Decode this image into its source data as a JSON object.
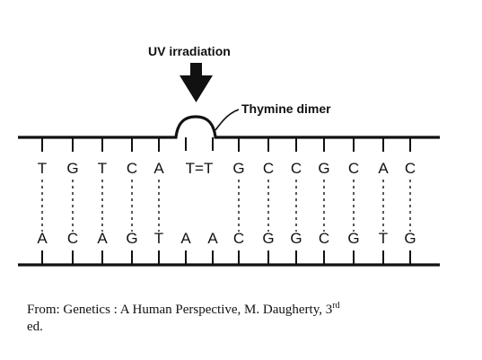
{
  "diagram": {
    "uv_label": "UV irradiation",
    "dimer_label": "Thymine dimer",
    "top_strand": [
      "T",
      "G",
      "T",
      "C",
      "A",
      "T=T",
      "G",
      "C",
      "C",
      "G",
      "C",
      "A",
      "C"
    ],
    "bottom_strand": [
      "A",
      "C",
      "A",
      "G",
      "T",
      "A",
      "A",
      "C",
      "G",
      "G",
      "C",
      "G",
      "T",
      "G"
    ]
  },
  "caption": {
    "text": "From: Genetics : A Human Perspective, M. Daugherty, 3",
    "superscript": "rd",
    "suffix": "ed."
  }
}
